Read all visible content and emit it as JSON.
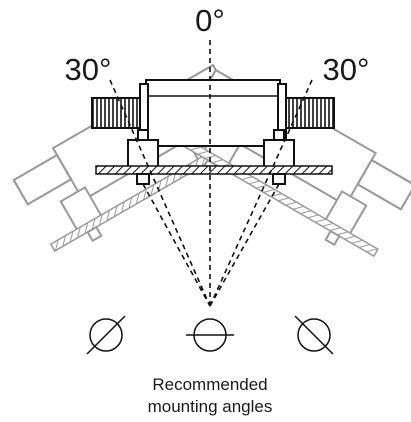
{
  "labels": {
    "angle_top": "0°",
    "angle_left": "30°",
    "angle_right": "30°"
  },
  "caption": {
    "line1": "Recommended",
    "line2": "mounting angles"
  },
  "colors": {
    "ink": "#111111",
    "ghost": "#9a9a9a",
    "hatch": "#111111"
  }
}
